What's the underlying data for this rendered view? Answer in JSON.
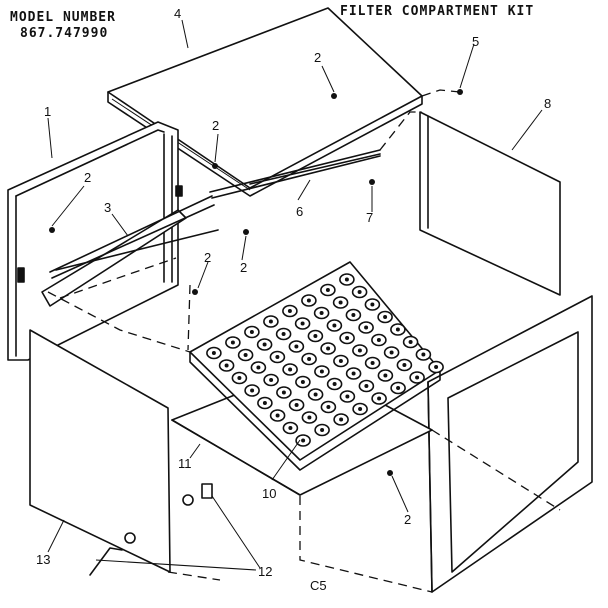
{
  "header": {
    "model_label": "MODEL NUMBER",
    "model_number": "867.747990",
    "title": "FILTER COMPARTMENT KIT"
  },
  "callouts": {
    "c1": "1",
    "c2a": "2",
    "c2b": "2",
    "c2c": "2",
    "c2d": "2",
    "c2e": "2",
    "c2f": "2",
    "c3": "3",
    "c4": "4",
    "c5": "5",
    "c6": "6",
    "c7": "7",
    "c8": "8",
    "c10": "10",
    "c11": "11",
    "c12": "12",
    "c13": "13"
  },
  "footer_code": "C5"
}
